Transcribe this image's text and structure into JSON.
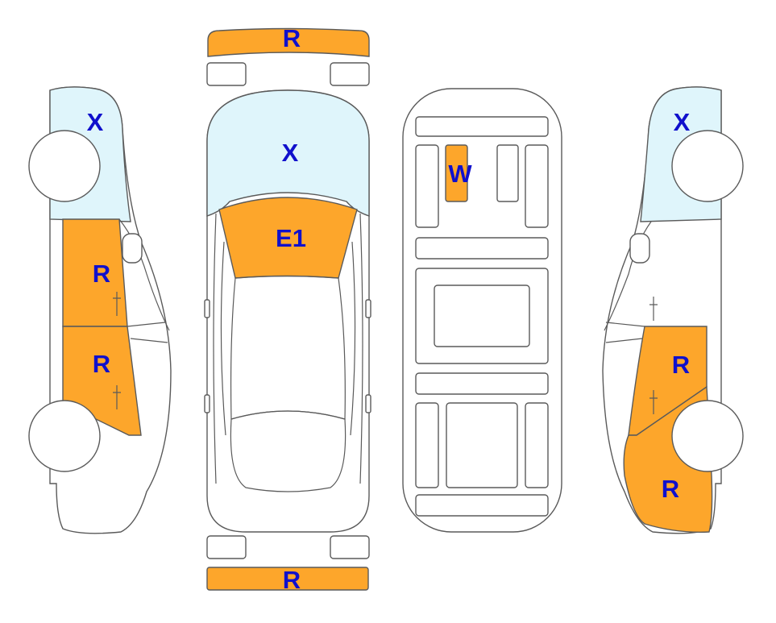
{
  "colors": {
    "damage": "#FDA62B",
    "glass": "#DFF5FB",
    "outline": "#5a5a5a",
    "label": "#1010CC"
  },
  "labels": {
    "front_bumper": "R",
    "windshield": "X",
    "hood": "E1",
    "rear_bumper": "R",
    "roof_panel": "W",
    "left_window": "X",
    "left_front_door": "R",
    "left_rear_door": "R",
    "right_window": "X",
    "right_rear_door": "R",
    "right_quarter_panel": "R"
  }
}
